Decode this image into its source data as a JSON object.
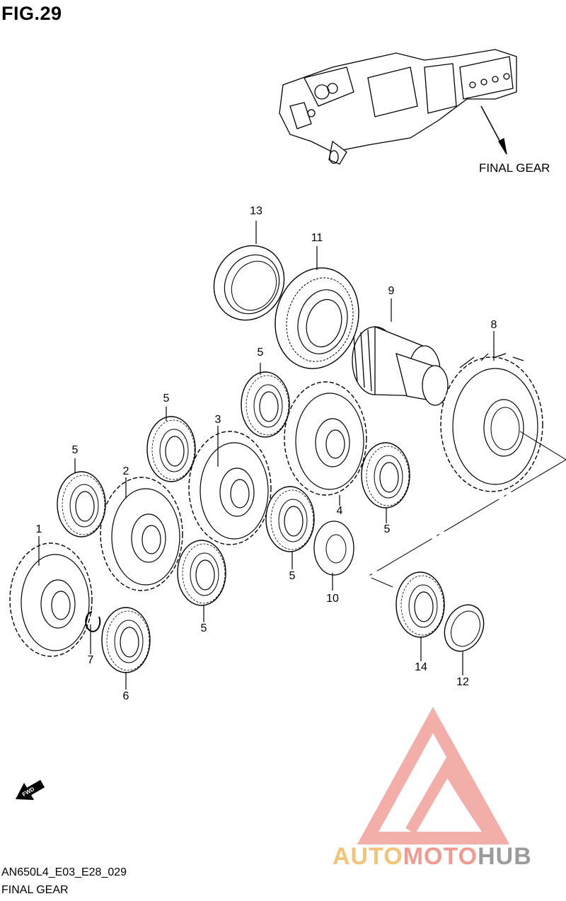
{
  "figure": {
    "title": "FIG.29"
  },
  "assembly": {
    "label": "FINAL GEAR"
  },
  "footer": {
    "code": "AN650L4_E03_E28_029",
    "name": "FINAL GEAR"
  },
  "fwd_marker": {
    "text": "FWD",
    "icon": "fwd-arrow-icon"
  },
  "watermark": {
    "part1": "AUTO",
    "part2": "MOTO",
    "part3": "HUB",
    "colors": [
      "#f3c377",
      "#f29a8f",
      "#9b9b9b"
    ]
  },
  "callouts": {
    "c1": "1",
    "c2": "2",
    "c3": "3",
    "c4": "4",
    "c5a": "5",
    "c5b": "5",
    "c5c": "5",
    "c5d": "5",
    "c5e": "5",
    "c5f": "5",
    "c6": "6",
    "c7": "7",
    "c8": "8",
    "c9": "9",
    "c10": "10",
    "c11": "11",
    "c12": "12",
    "c13": "13",
    "c14": "14"
  }
}
